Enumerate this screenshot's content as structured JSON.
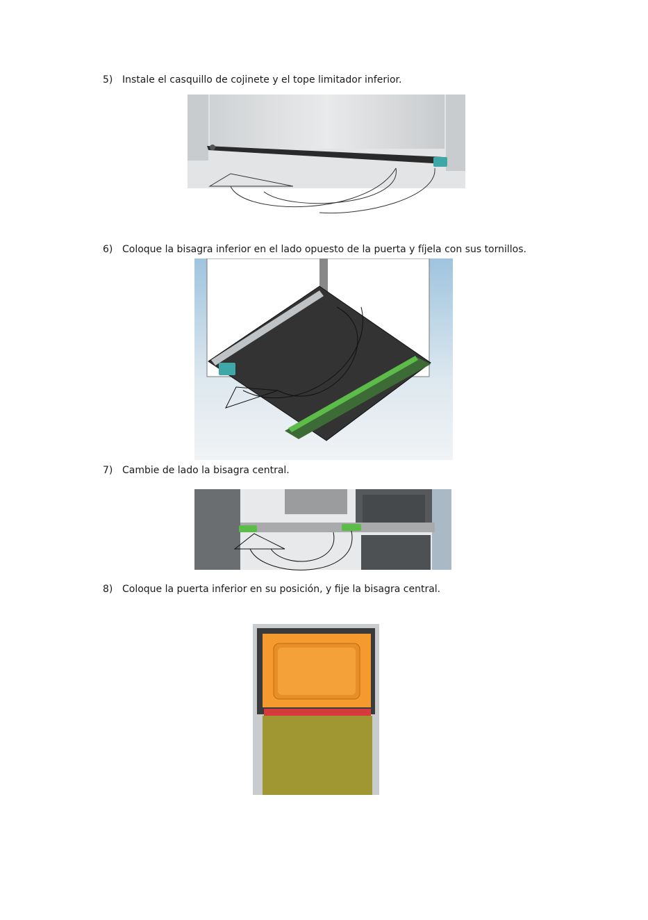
{
  "steps": [
    {
      "number": "5)",
      "text": "Instale el casquillo de cojinete y el tope limitador inferior."
    },
    {
      "number": "6)",
      "text": "Coloque la bisagra inferior en el lado opuesto de la puerta y fíjela con sus tornillos."
    },
    {
      "number": "7)",
      "text": "Cambie de lado la bisagra central."
    },
    {
      "number": "8)",
      "text": "Coloque la puerta inferior en su posición, y fije la bisagra central."
    }
  ],
  "colors": {
    "hinge": "#3fa7a8",
    "green_hinge": "#5dbb4a",
    "orange_panel": "#f49a2e",
    "red_strip": "#d63a3a",
    "olive_door": "#a09733"
  }
}
